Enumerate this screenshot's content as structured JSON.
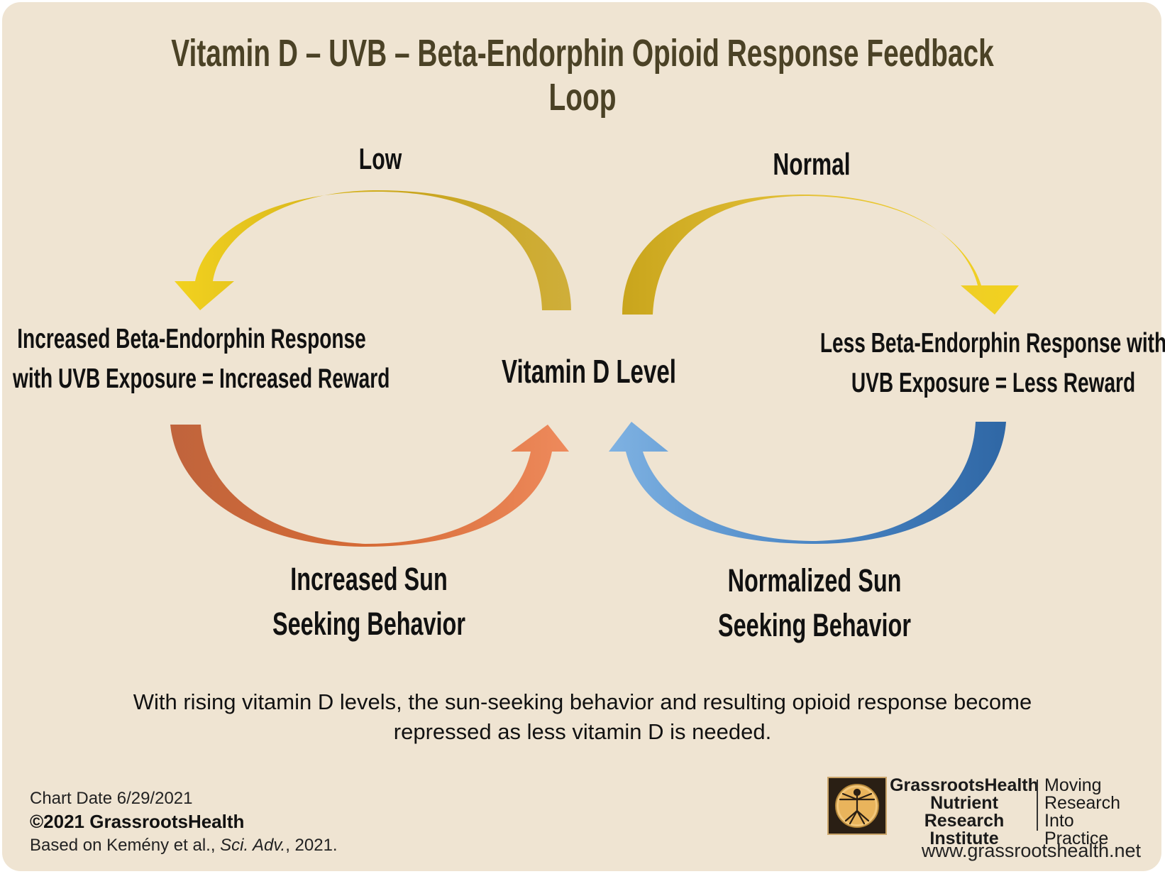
{
  "title": "Vitamin D – UVB – Beta-Endorphin Opioid Response Feedback Loop",
  "center_label": "Vitamin D Level",
  "left_loop": {
    "top_label": "Low",
    "response_line1": "Increased Beta-Endorphin Response",
    "response_line2": "with UVB Exposure = Increased Reward",
    "behavior_line1": "Increased Sun",
    "behavior_line2": "Seeking Behavior",
    "top_arrow_color": "#d8b21a",
    "bottom_arrow_color": "#e0703a"
  },
  "right_loop": {
    "top_label": "Normal",
    "response_line1": "Less Beta-Endorphin Response with",
    "response_line2": "UVB Exposure = Less Reward",
    "behavior_line1": "Normalized Sun",
    "behavior_line2": "Seeking Behavior",
    "top_arrow_color": "#d8b21a",
    "bottom_arrow_color": "#4a86c5"
  },
  "caption_line1": "With rising vitamin D levels, the sun-seeking behavior and resulting opioid response become",
  "caption_line2": "repressed as less vitamin D is needed.",
  "footer": {
    "chart_date": "Chart Date 6/29/2021",
    "copyright": "©2021 GrassrootsHealth",
    "based_on_prefix": "Based on Kemény et al., ",
    "based_on_journal": "Sci. Adv.",
    "based_on_suffix": ", 2021."
  },
  "logo": {
    "name_line1": "GrassrootsHealth",
    "name_line2": "Nutrient",
    "name_line3": "Research Institute",
    "tag_line1": "Moving",
    "tag_line2": "Research",
    "tag_line3": "Into Practice",
    "icon": "vitruvian-man-icon"
  },
  "website": "www.grassrootshealth.net"
}
